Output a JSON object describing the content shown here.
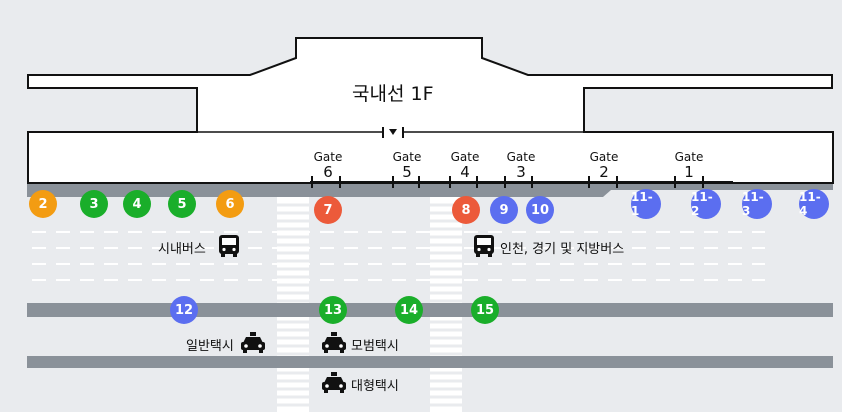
{
  "terminal": {
    "title": "국내선 1F"
  },
  "gates": [
    {
      "word": "Gate",
      "number": "6"
    },
    {
      "word": "Gate",
      "number": "5"
    },
    {
      "word": "Gate",
      "number": "4"
    },
    {
      "word": "Gate",
      "number": "3"
    },
    {
      "word": "Gate",
      "number": "2"
    },
    {
      "word": "Gate",
      "number": "1"
    }
  ],
  "stops": [
    {
      "label": "2",
      "color": "#f39c12"
    },
    {
      "label": "3",
      "color": "#1aae2a"
    },
    {
      "label": "4",
      "color": "#1aae2a"
    },
    {
      "label": "5",
      "color": "#1aae2a"
    },
    {
      "label": "6",
      "color": "#f39c12"
    },
    {
      "label": "7",
      "color": "#ec5a3a"
    },
    {
      "label": "8",
      "color": "#ec5a3a"
    },
    {
      "label": "9",
      "color": "#5b6ef0"
    },
    {
      "label": "10",
      "color": "#5b6ef0"
    },
    {
      "label": "11-1",
      "color": "#5b6ef0"
    },
    {
      "label": "11-2",
      "color": "#5b6ef0"
    },
    {
      "label": "11-3",
      "color": "#5b6ef0"
    },
    {
      "label": "11-4",
      "color": "#5b6ef0"
    },
    {
      "label": "12",
      "color": "#5b6ef0"
    },
    {
      "label": "13",
      "color": "#1aae2a"
    },
    {
      "label": "14",
      "color": "#1aae2a"
    },
    {
      "label": "15",
      "color": "#1aae2a"
    }
  ],
  "transport": {
    "city_bus": "시내버스",
    "regional_bus": "인천, 경기 및 지방버스",
    "regular_taxi": "일반택시",
    "deluxe_taxi": "모범택시",
    "large_taxi": "대형택시"
  },
  "icons": {
    "bus": "bus-icon",
    "taxi": "taxi-icon",
    "entrance": "entrance-arrow-icon"
  }
}
